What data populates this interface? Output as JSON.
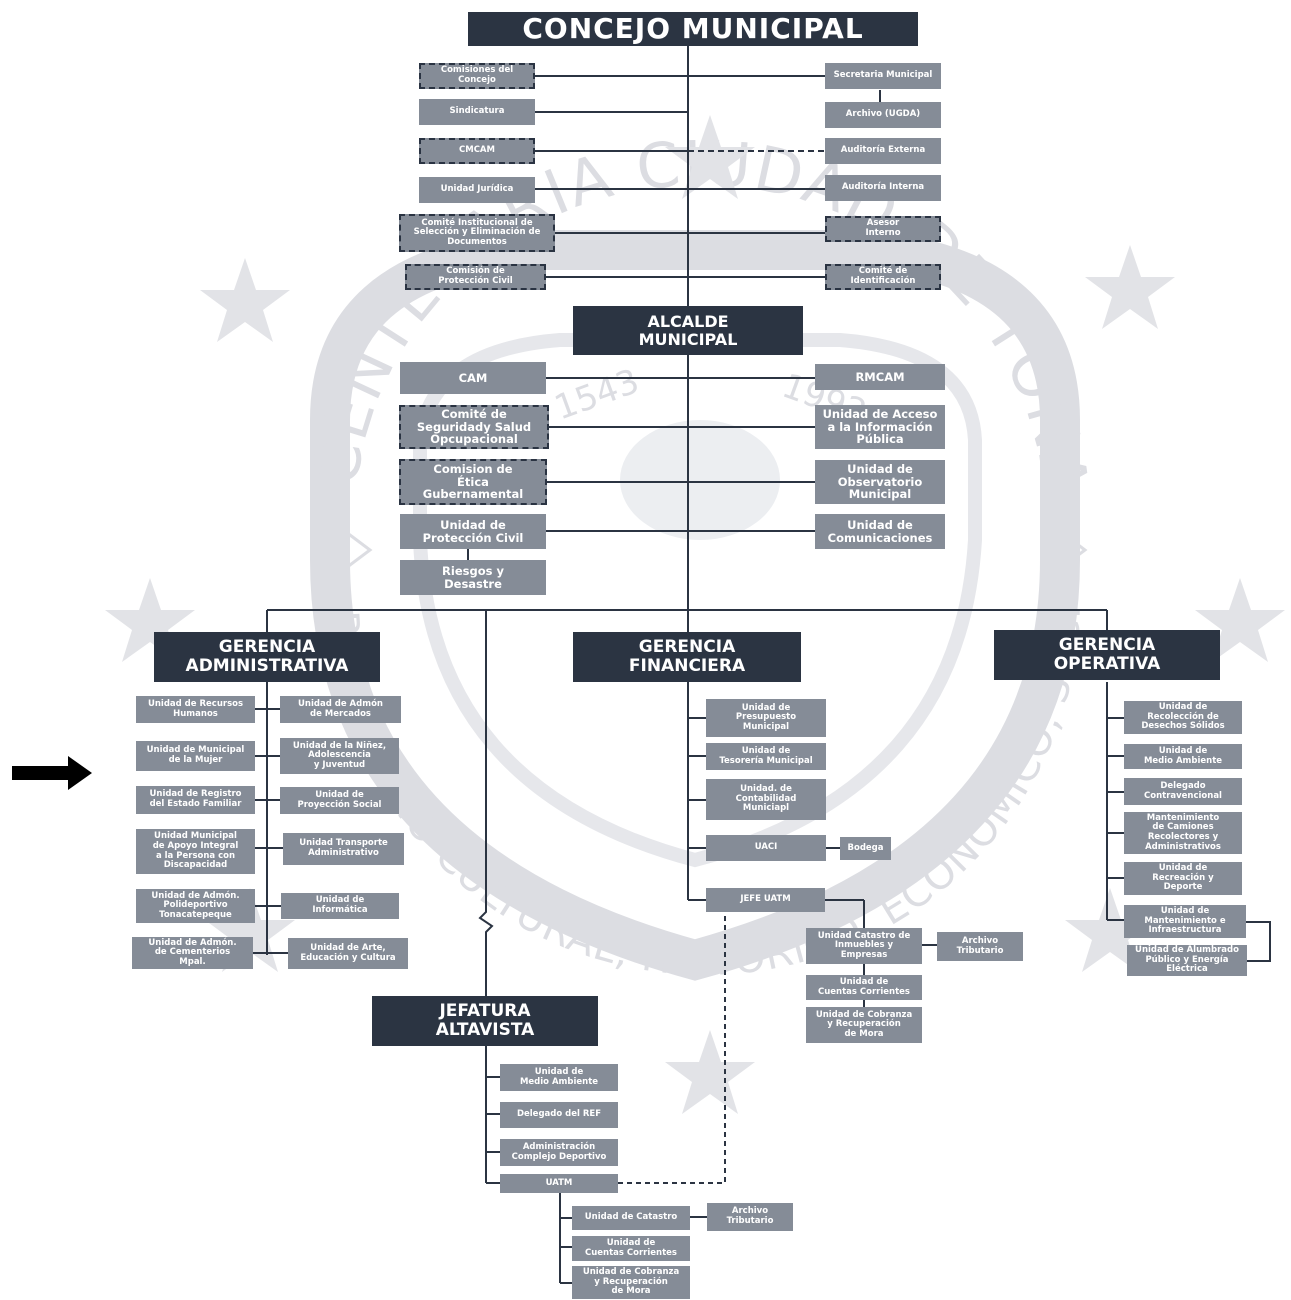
{
  "title": "CONCEJO MUNICIPAL",
  "watermark": {
    "text": "CENTENARIA CIUDAD DE TONACATEPEQUE",
    "subtext": "PATRIMONIO CULTURAL, HISTÓRICO, ECONÓMICO, SOCIAL Y RELIGIOSO",
    "years": [
      "1543",
      "1992"
    ]
  },
  "concejo_left": [
    "Comisiones del\nConcejo",
    "Sindicatura",
    "CMCAM",
    "Unidad Jurídica",
    "Comité Institucional de\nSelección y Eliminación de\nDocumentos",
    "Comisión de\nProtección Civil"
  ],
  "concejo_right": [
    "Secretaria Municipal",
    "Archivo (UGDA)",
    "Auditoría Externa",
    "Auditoría Interna",
    "Asesor\nInterno",
    "Comité de\nIdentificación"
  ],
  "alcalde": "ALCALDE\nMUNICIPAL",
  "alcalde_left": [
    "CAM",
    "Comité de\nSeguridady Salud\nOpcupacional",
    "Comision de\nÉtica\nGubernamental",
    "Unidad de\nProtección Civil",
    "Riesgos y\nDesastre"
  ],
  "alcalde_right": [
    "RMCAM",
    "Unidad de Acceso\na la Información\nPública",
    "Unidad de\nObservatorio\nMunicipal",
    "Unidad de\nComunicaciones"
  ],
  "gerencias": {
    "administrativa": "GERENCIA\nADMINISTRATIVA",
    "financiera": "GERENCIA\nFINANCIERA",
    "operativa": "GERENCIA\nOPERATIVA"
  },
  "admin_left": [
    "Unidad de Recursos\nHumanos",
    "Unidad de Municipal\nde la Mujer",
    "Unidad de Registro\ndel Estado Familiar",
    "Unidad Municipal\nde Apoyo Integral\na la Persona con\nDiscapacidad",
    "Unidad de Admón.\nPolideportivo\nTonacatepeque",
    "Unidad de Admón.\nde Cementerios\nMpal."
  ],
  "admin_right": [
    "Unidad de Admón\nde Mercados",
    "Unidad de la Niñez,\nAdolescencia\ny Juventud",
    "Unidad de\nProyección Social",
    "Unidad Transporte\nAdministrativo",
    "Unidad de\nInformática",
    "Unidad de Arte,\nEducación y Cultura"
  ],
  "financiera_units": [
    "Unidad de\nPresupuesto\nMunicipal",
    "Unidad de\nTesorería Municipal",
    "Unidad. de\nContabilidad\nMuniciapl",
    "UACI",
    "JEFE UATM"
  ],
  "bodega": "Bodega",
  "uatm_units": [
    "Unidad Catastro de\nInmuebles y\nEmpresas",
    "Unidad de\nCuentas Corrientes",
    "Unidad de Cobranza\ny Recuperación\nde Mora"
  ],
  "archivo_tributario": "Archivo\nTributario",
  "operativa_units": [
    "Unidad de\nRecolección de\nDesechos Sólidos",
    "Unidad de\nMedio Ambiente",
    "Delegado\nContravencional",
    "Mantenimiento\nde Camiones\nRecolectores y\nAdministrativos",
    "Unidad de\nRecreación y\nDeporte",
    "Unidad de\nMantenimiento e\nInfraestructura",
    "Unidad de Alumbrado\nPúblico y Energía\nEléctrica"
  ],
  "jefatura": "JEFATURA\nALTAVISTA",
  "altavista_units": [
    "Unidad de\nMedio Ambiente",
    "Delegado del REF",
    "Administración\nComplejo Deportivo",
    "UATM"
  ],
  "altavista_uatm_units": [
    "Unidad de Catastro",
    "Unidad de\nCuentas Corrientes",
    "Unidad de Cobranza\ny Recuperación\nde Mora"
  ],
  "altavista_archivo": "Archivo\nTributario",
  "colors": {
    "box": "#858c97",
    "dark": "#2b3442",
    "line": "#2b3442",
    "watermark": "#dcdde2"
  },
  "icons": [
    "star-icon",
    "arrow-right-icon",
    "diamond-icon"
  ]
}
